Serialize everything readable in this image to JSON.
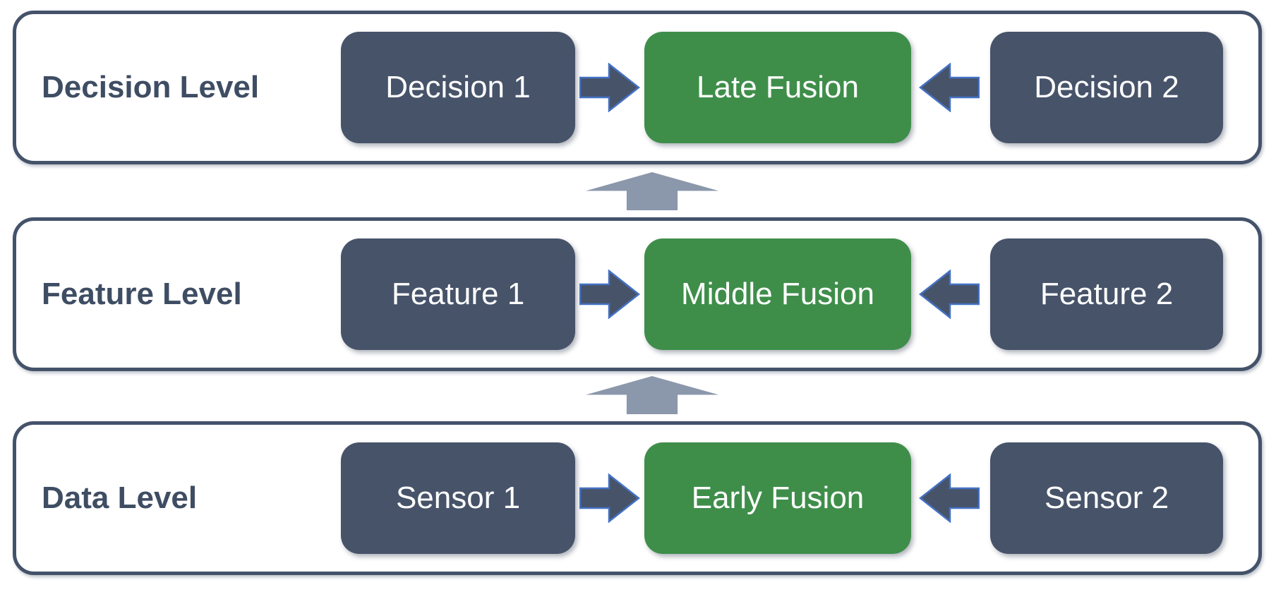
{
  "diagram": {
    "description": "Sensor fusion levels diagram",
    "rows": [
      {
        "label": "Decision Level",
        "left_box": "Decision 1",
        "fusion_box": "Late Fusion",
        "right_box": "Decision 2"
      },
      {
        "label": "Feature Level",
        "left_box": "Feature 1",
        "fusion_box": "Middle Fusion",
        "right_box": "Feature 2"
      },
      {
        "label": "Data Level",
        "left_box": "Sensor 1",
        "fusion_box": "Early Fusion",
        "right_box": "Sensor 2"
      }
    ],
    "colors": {
      "node_dark": "#475369",
      "node_green": "#3e8e4a",
      "row_border": "#44526a",
      "label_text": "#3e4d63",
      "node_text": "#ffffff",
      "h_arrow_fill": "#475369",
      "h_arrow_stroke": "#4472c4",
      "up_arrow_fill": "#8b97ab"
    },
    "icons": {
      "right_arrow": "right-arrow-icon",
      "left_arrow": "left-arrow-icon",
      "up_arrow": "up-arrow-icon"
    }
  }
}
